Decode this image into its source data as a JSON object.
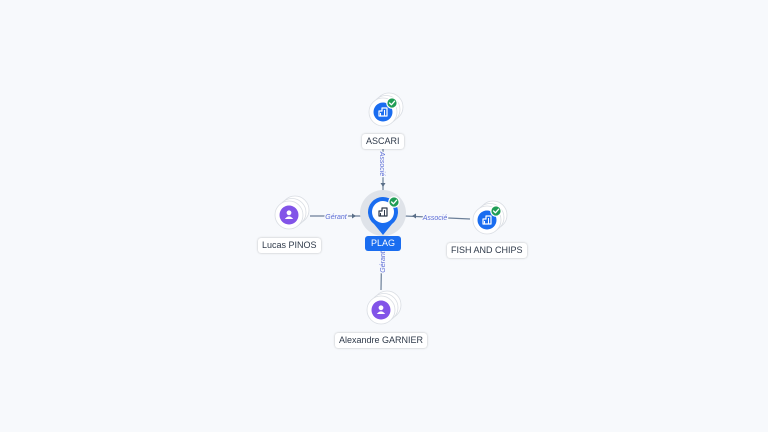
{
  "colors": {
    "company_node": "#1a6df0",
    "person_node": "#8254e8",
    "verified_badge": "#1f9d55",
    "edge": "#6b7f98",
    "edge_label": "#5b6cd6",
    "center_label_bg": "#1a6df0"
  },
  "graph": {
    "center": {
      "name": "PLAG",
      "kind": "company",
      "icon": "company-building-icon",
      "verified": true
    },
    "nodes": [
      {
        "id": "ascari",
        "name": "ASCARI",
        "kind": "company",
        "icon": "company-building-icon",
        "verified": true,
        "relation": "Associé"
      },
      {
        "id": "fish",
        "name": "FISH AND CHIPS",
        "kind": "company",
        "icon": "company-building-icon",
        "verified": true,
        "relation": "Associé"
      },
      {
        "id": "lucas",
        "name": "Lucas PINOS",
        "kind": "person",
        "icon": "person-icon",
        "verified": false,
        "relation": "Gérant"
      },
      {
        "id": "alexandre",
        "name": "Alexandre GARNIER",
        "kind": "person",
        "icon": "person-icon",
        "verified": false,
        "relation": "Gérant"
      }
    ]
  }
}
